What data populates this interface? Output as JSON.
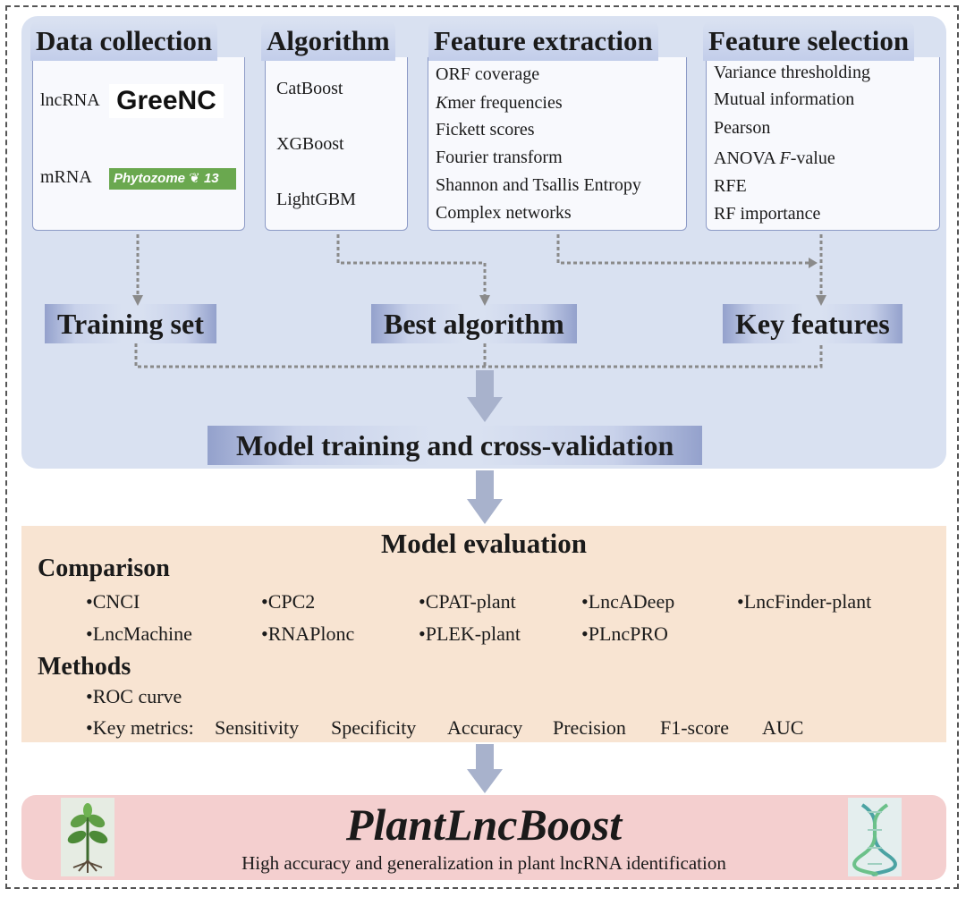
{
  "columns": {
    "data_collection": {
      "title": "Data collection",
      "lncrna_label": "lncRNA",
      "lncrna_source": "GreeNC",
      "mrna_label": "mRNA",
      "mrna_source": "Phytozome",
      "mrna_version": "13"
    },
    "algorithm": {
      "title": "Algorithm",
      "items": [
        "CatBoost",
        "XGBoost",
        "LightGBM"
      ]
    },
    "feature_extraction": {
      "title": "Feature extraction",
      "items": [
        "ORF coverage",
        "mer frequencies",
        "Fickett scores",
        "Fourier transform",
        "Shannon and Tsallis Entropy",
        "Complex networks"
      ],
      "kmer_prefix": "K"
    },
    "feature_selection": {
      "title": "Feature selection",
      "items": [
        "Variance thresholding",
        "Mutual information",
        "Pearson",
        "ANOVA ",
        "RFE",
        "RF importance"
      ],
      "anova_f": "F",
      "anova_suffix": "-value"
    }
  },
  "ribbons": {
    "training_set": "Training set",
    "best_algorithm": "Best algorithm",
    "key_features": "Key features",
    "model_training": "Model training and cross-validation"
  },
  "evaluation": {
    "title": "Model evaluation",
    "comparison_heading": "Comparison",
    "comparison_tools": [
      "•CNCI",
      "•CPC2",
      "•CPAT-plant",
      "•LncADeep",
      "•LncFinder-plant",
      "•LncMachine",
      "•RNAPlonc",
      "•PLEK-plant",
      "•PLncPRO"
    ],
    "methods_heading": "Methods",
    "roc": "•ROC curve",
    "key_metrics_label": "•Key metrics:",
    "metrics": [
      "Sensitivity",
      "Specificity",
      "Accuracy",
      "Precision",
      "F1-score",
      "AUC"
    ]
  },
  "final": {
    "name": "PlantLncBoost",
    "subtitle": "High accuracy and generalization in plant lncRNA identification",
    "left_icon": "plant-sprout-icon",
    "right_icon": "dna-helix-icon"
  },
  "colors": {
    "top_panel": "#d9e1f1",
    "evaluation_panel": "#f8e4d2",
    "final_panel": "#f4cfcf",
    "arrow": "#a8b2cc",
    "phytozome_green": "#6aa84f"
  }
}
